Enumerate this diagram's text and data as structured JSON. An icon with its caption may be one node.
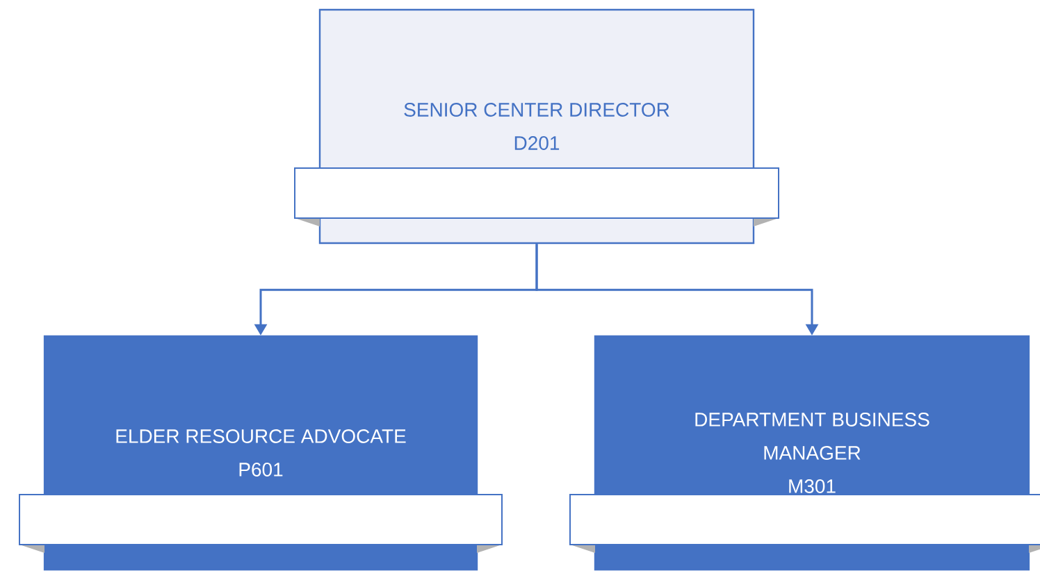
{
  "diagram": {
    "nodes": [
      {
        "text": [
          "SENIOR CENTER DIRECTOR",
          "D201"
        ]
      },
      {
        "text": [
          "ELDER RESOURCE ADVOCATE",
          "P601"
        ]
      },
      {
        "text": [
          "DEPARTMENT BUSINESS MANAGER",
          "M301"
        ]
      }
    ],
    "edges": [
      {
        "from": 0,
        "to": 1,
        "arrow": "to"
      },
      {
        "from": 0,
        "to": 2,
        "arrow": "to"
      }
    ]
  }
}
